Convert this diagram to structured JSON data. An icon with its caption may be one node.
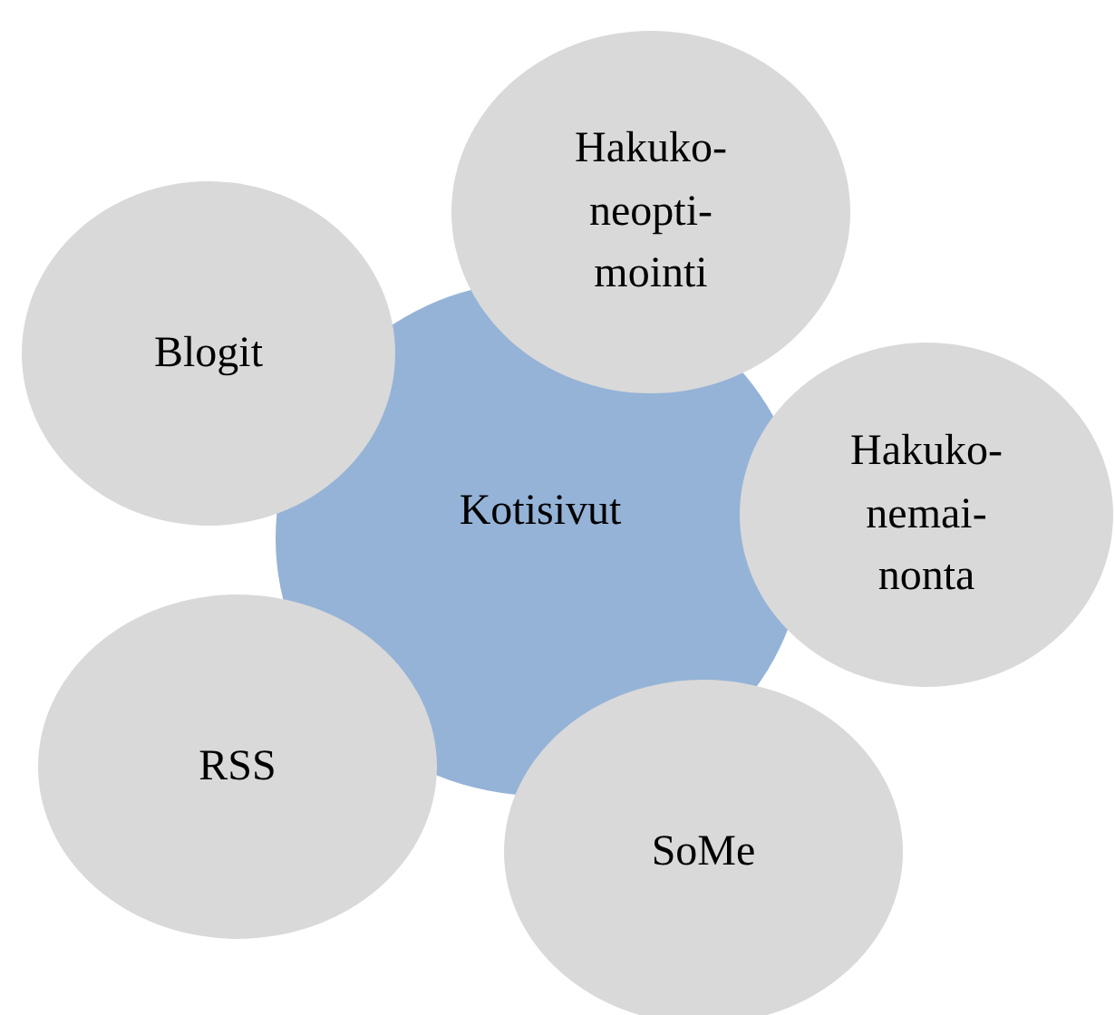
{
  "diagram": {
    "nodes": [
      {
        "text": [
          "Hakuko- neopti- mointi"
        ]
      },
      {
        "text": [
          "Blogit"
        ]
      },
      {
        "text": [
          "Hakuko- nemai- nonta"
        ]
      },
      {
        "text": [
          "Kotisivut"
        ]
      },
      {
        "text": [
          "RSS"
        ]
      },
      {
        "text": [
          "SoMe"
        ]
      }
    ]
  }
}
